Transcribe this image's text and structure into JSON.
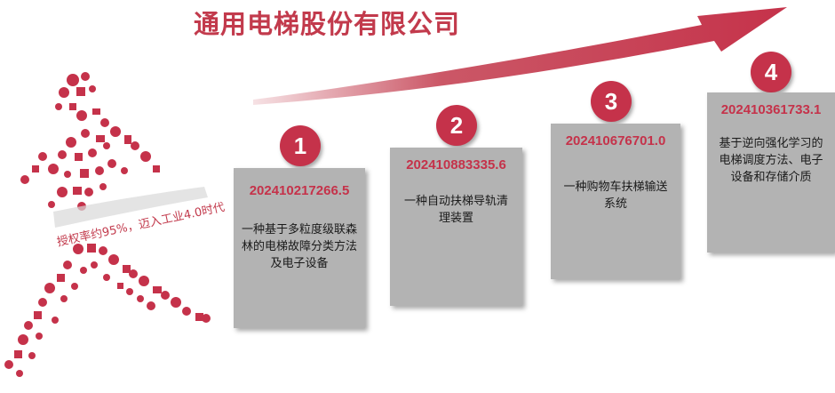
{
  "title": "通用电梯股份有限公司",
  "slogan": "授权率约95%，迈入工业4.0时代",
  "colors": {
    "accent": "#c5324a",
    "card": "#b3b3b3",
    "text": "#1a1a1a"
  },
  "patents": [
    {
      "step": "1",
      "number": "202410217266.5",
      "description": "一种基于多粒度级联森\n林的电梯故障分类方法\n及电子设备"
    },
    {
      "step": "2",
      "number": "202410883335.6",
      "description": "一种自动扶梯导轨清\n理装置"
    },
    {
      "step": "3",
      "number": "202410676701.0",
      "description": "一种购物车扶梯输送\n系统"
    },
    {
      "step": "4",
      "number": "202410361733.1",
      "description": "基于逆向强化学习的\n电梯调度方法、电子\n设备和存储介质"
    }
  ]
}
